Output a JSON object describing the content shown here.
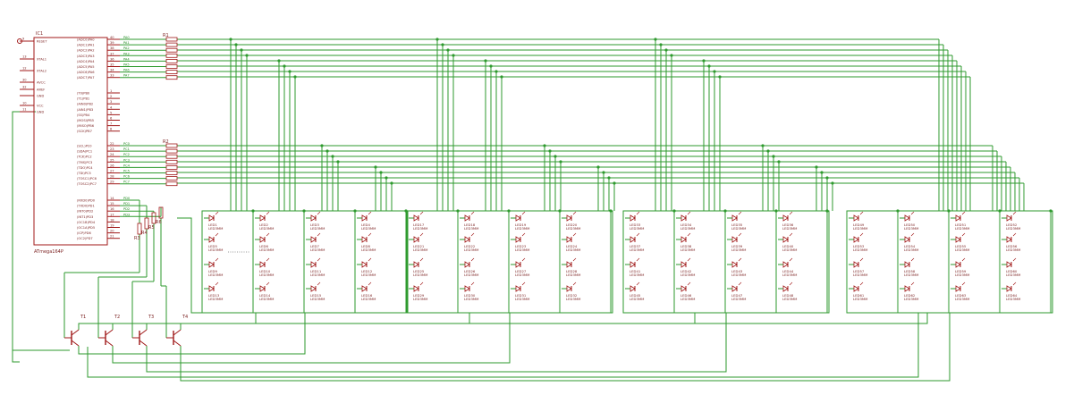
{
  "colors": {
    "wire": "#2e9a2e",
    "part": "#a01818",
    "text": "#7a1f1f",
    "background": "#ffffff"
  },
  "ic": {
    "ref": "IC1",
    "name": "ATmega164P",
    "left_pins": [
      {
        "num": "9",
        "label": "RESET"
      },
      {
        "num": "13",
        "label": "XTAL1"
      },
      {
        "num": "12",
        "label": "XTAL2"
      },
      {
        "num": "30",
        "label": "AVCC"
      },
      {
        "num": "32",
        "label": "AREF"
      },
      {
        "num": "",
        "label": "GND"
      },
      {
        "num": "10",
        "label": "VCC"
      },
      {
        "num": "11",
        "label": "GND"
      }
    ],
    "right_pins": [
      {
        "num": "40",
        "label": "(ADC0)PA0"
      },
      {
        "num": "39",
        "label": "(ADC1)PA1"
      },
      {
        "num": "38",
        "label": "(ADC2)PA2"
      },
      {
        "num": "37",
        "label": "(ADC3)PA3"
      },
      {
        "num": "36",
        "label": "(ADC4)PA4"
      },
      {
        "num": "35",
        "label": "(ADC5)PA5"
      },
      {
        "num": "34",
        "label": "(ADC6)PA6"
      },
      {
        "num": "33",
        "label": "(ADC7)PA7"
      },
      {
        "num": "1",
        "label": "(T0)PB0"
      },
      {
        "num": "2",
        "label": "(T1)PB1"
      },
      {
        "num": "3",
        "label": "(AIN0)PB2"
      },
      {
        "num": "4",
        "label": "(AIN1)PB3"
      },
      {
        "num": "5",
        "label": "(SS)PB4"
      },
      {
        "num": "6",
        "label": "(MOSI)PB5"
      },
      {
        "num": "7",
        "label": "(MISO)PB6"
      },
      {
        "num": "8",
        "label": "(SCK)PB7"
      },
      {
        "num": "22",
        "label": "(SCL)PC0"
      },
      {
        "num": "23",
        "label": "(SDA)PC1"
      },
      {
        "num": "24",
        "label": "(TCK)PC2"
      },
      {
        "num": "25",
        "label": "(TMS)PC3"
      },
      {
        "num": "26",
        "label": "(TDO)PC4"
      },
      {
        "num": "27",
        "label": "(TDI)PC5"
      },
      {
        "num": "28",
        "label": "(TOSC1)PC6"
      },
      {
        "num": "29",
        "label": "(TOSC2)PC7"
      },
      {
        "num": "14",
        "label": "(RXD0)PD0"
      },
      {
        "num": "15",
        "label": "(TXD0)PD1"
      },
      {
        "num": "16",
        "label": "(INT0)PD2"
      },
      {
        "num": "17",
        "label": "(INT1)PD3"
      },
      {
        "num": "18",
        "label": "(OC1B)PD4"
      },
      {
        "num": "19",
        "label": "(OC1A)PD5"
      },
      {
        "num": "20",
        "label": "(ICP)PD6"
      },
      {
        "num": "21",
        "label": "(OC2)PD7"
      }
    ]
  },
  "nets": {
    "port_a": [
      "PA0",
      "PA1",
      "PA2",
      "PA3",
      "PA4",
      "PA5",
      "PA6",
      "PA7"
    ],
    "port_c": [
      "PC0",
      "PC1",
      "PC2",
      "PC3",
      "PC4",
      "PC5",
      "PC6",
      "PC7"
    ],
    "port_d": [
      "PD0",
      "PD1",
      "PD2",
      "PD3"
    ]
  },
  "resistor_packs": [
    {
      "ref": "R1",
      "rows": 8
    },
    {
      "ref": "R2",
      "rows": 8
    }
  ],
  "base_resistors": [
    "R3",
    "R4",
    "R5",
    "R6"
  ],
  "transistors": [
    "T1",
    "T2",
    "T3",
    "T4"
  ],
  "led_value": "LED3MM",
  "led_groups": [
    {
      "cols": 4,
      "first_index": 1
    },
    {
      "cols": 4,
      "first_index": 17
    },
    {
      "cols": 4,
      "first_index": 33
    },
    {
      "cols": 4,
      "first_index": 49
    }
  ]
}
